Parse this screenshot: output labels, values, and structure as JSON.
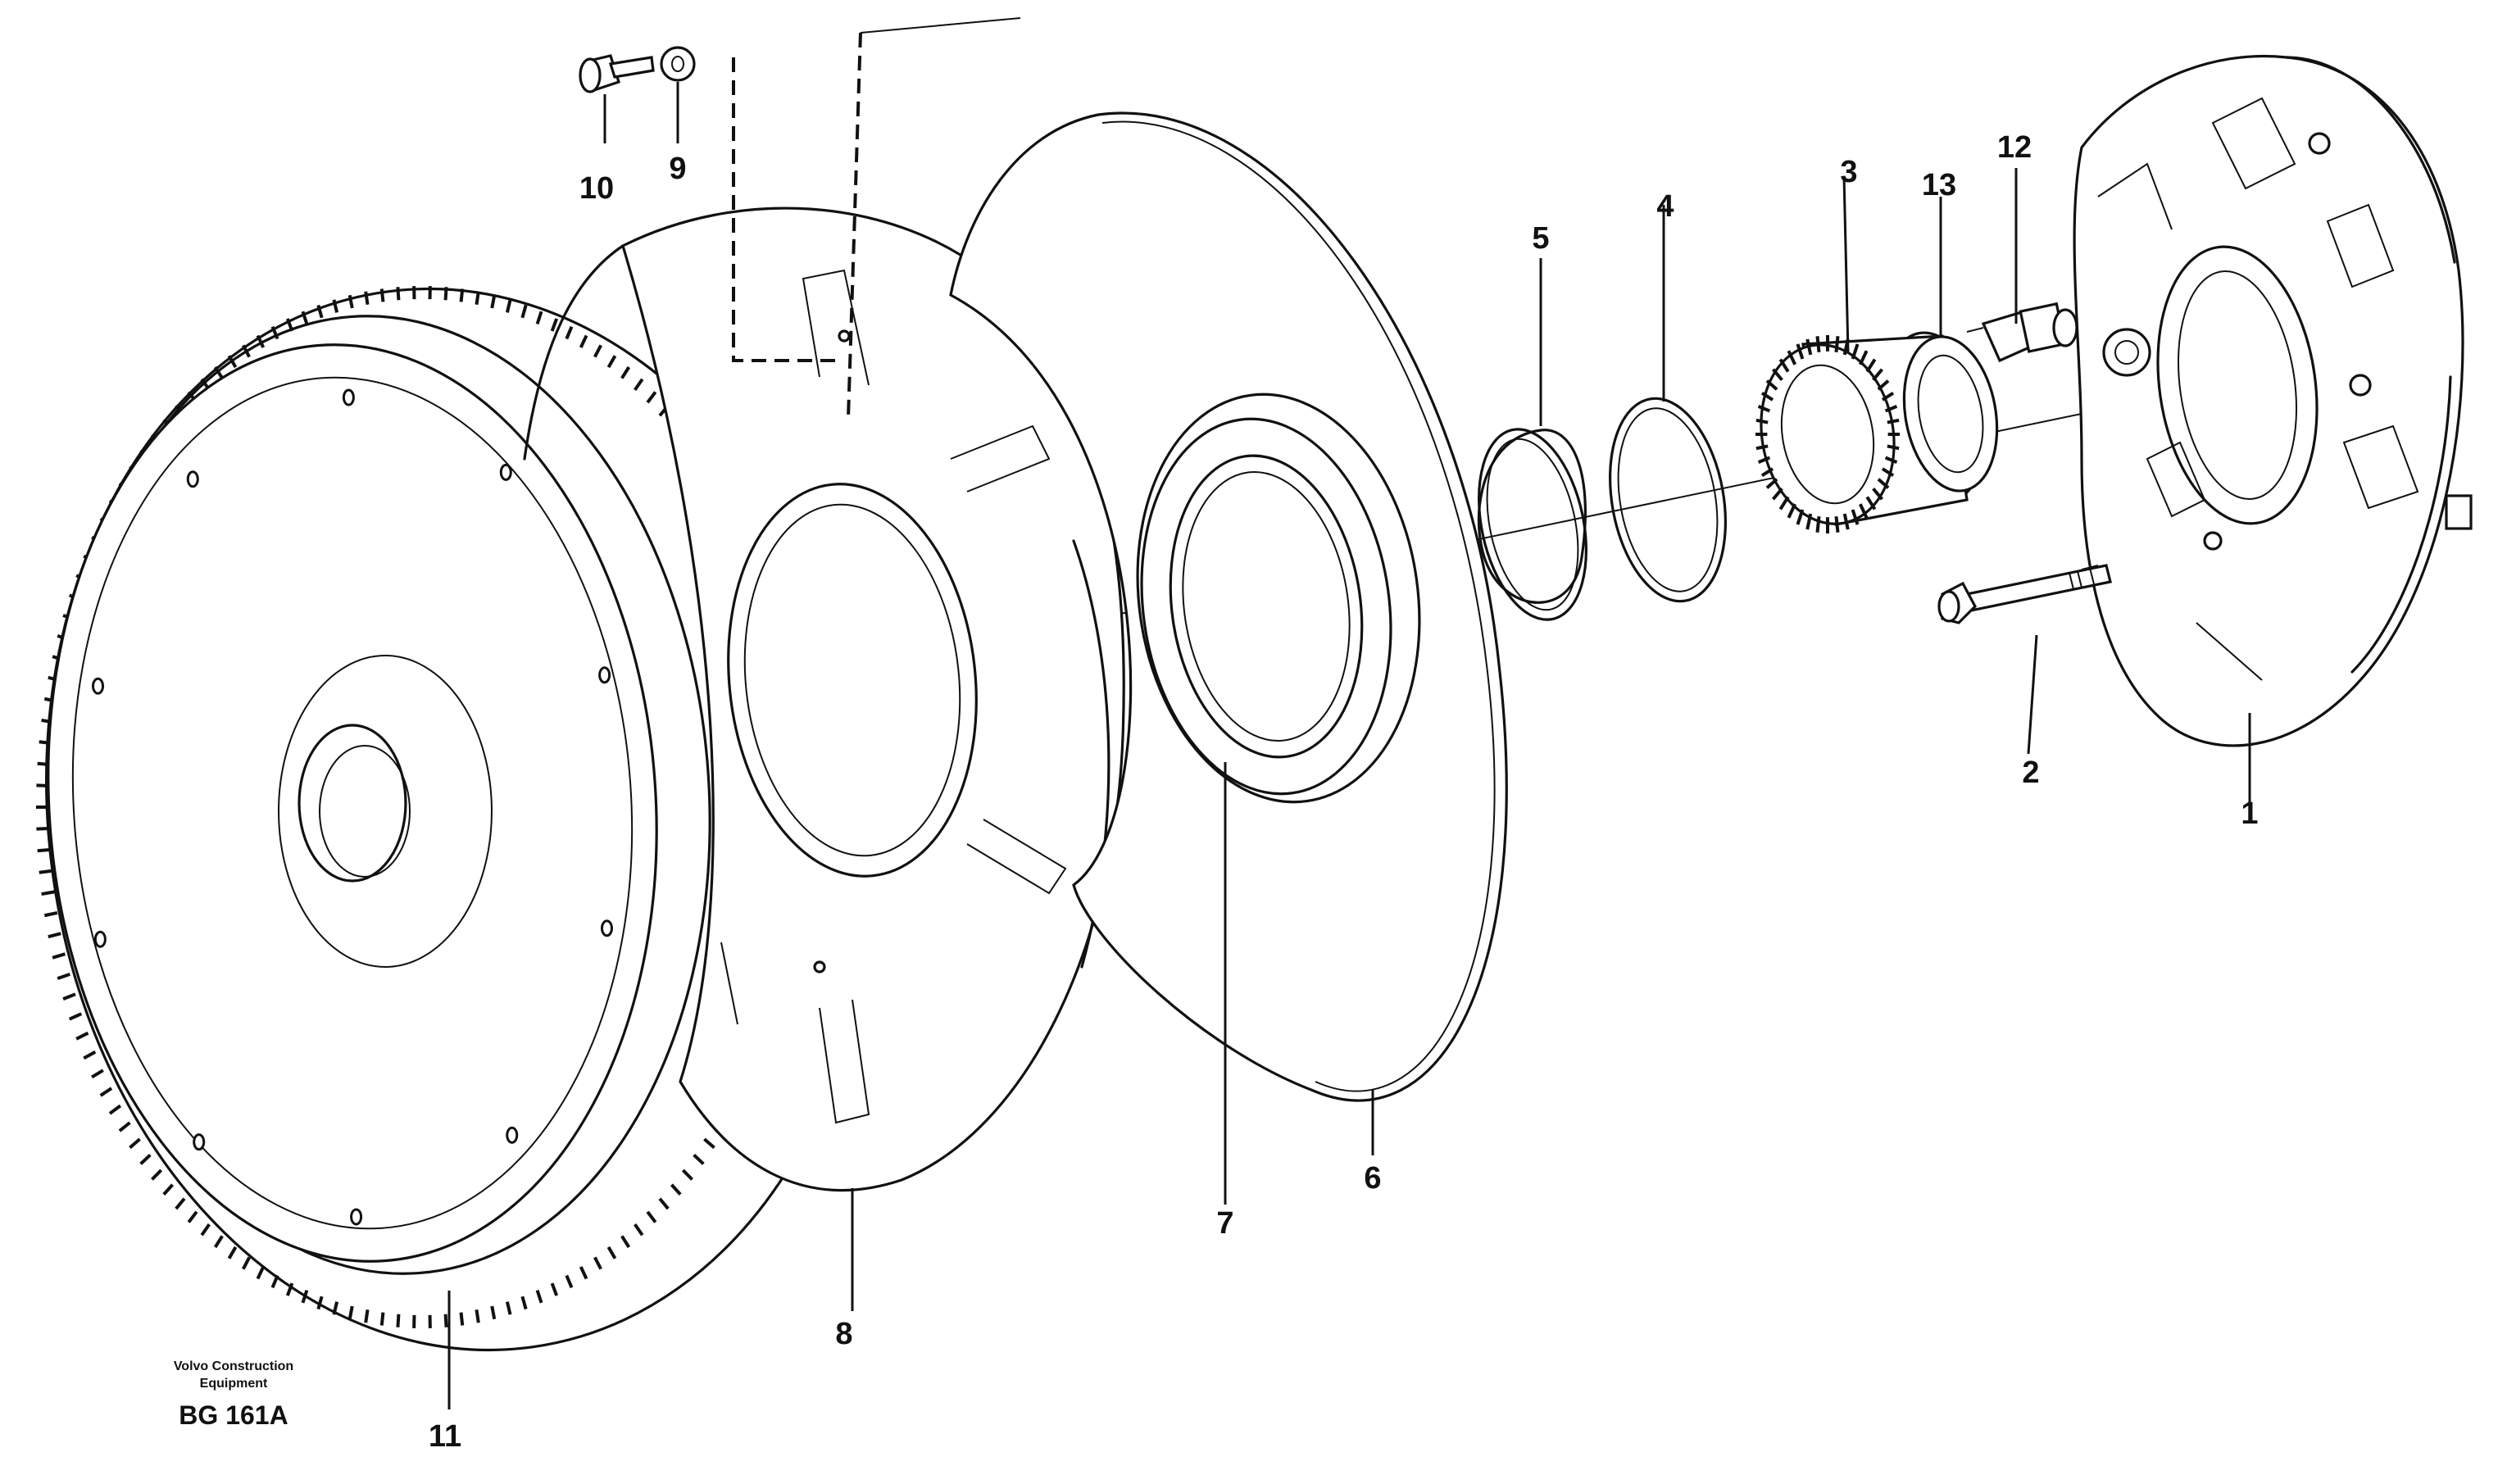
{
  "diagram": {
    "parts": [
      {
        "id": "housing",
        "callout": "1"
      },
      {
        "id": "bolt-long",
        "callout": "2"
      },
      {
        "id": "hub-splined",
        "callout": "3"
      },
      {
        "id": "ring-4",
        "callout": "4"
      },
      {
        "id": "snap-ring-5",
        "callout": "5"
      },
      {
        "id": "disc-6",
        "callout": "6"
      },
      {
        "id": "seal-7",
        "callout": "7"
      },
      {
        "id": "converter-cover-8",
        "callout": "8"
      },
      {
        "id": "washer-9",
        "callout": "9"
      },
      {
        "id": "bolt-10",
        "callout": "10"
      },
      {
        "id": "flywheel-11",
        "callout": "11"
      },
      {
        "id": "fitting-12",
        "callout": "12"
      },
      {
        "id": "bearing-13",
        "callout": "13"
      }
    ],
    "credit_line1": "Volvo Construction",
    "credit_line2": "Equipment",
    "drawing_code": "BG 161A"
  }
}
